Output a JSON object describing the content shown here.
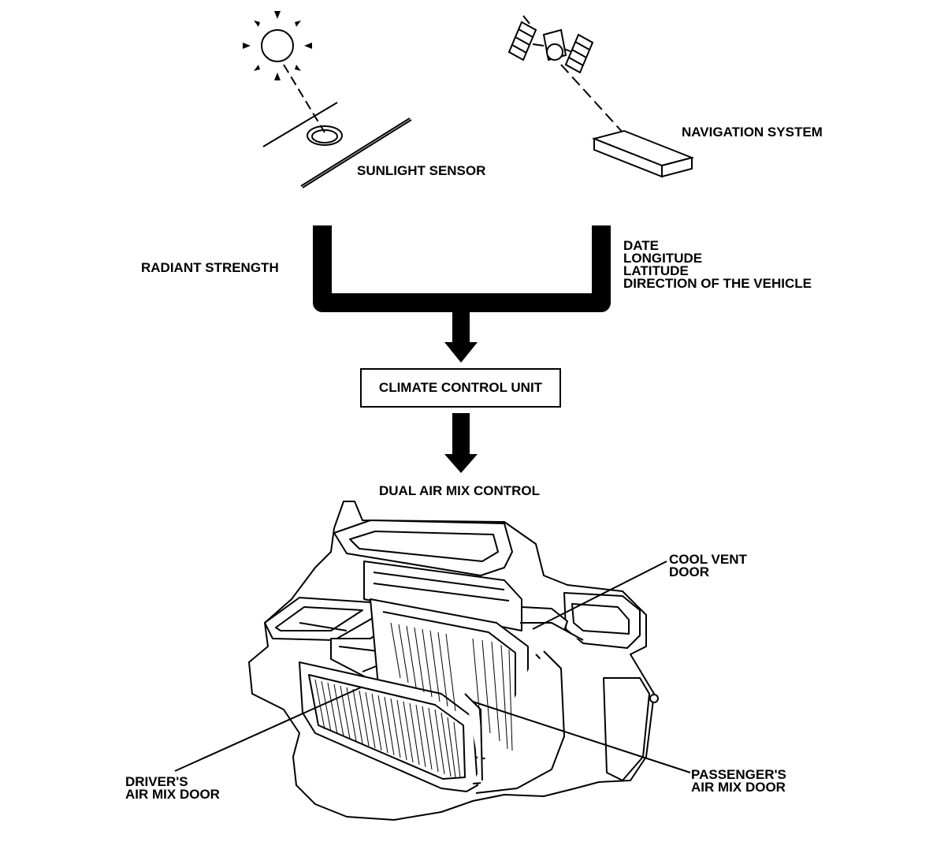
{
  "labels": {
    "navigation_system": "NAVIGATION SYSTEM",
    "sunlight_sensor": "SUNLIGHT SENSOR",
    "radiant_strength": "RADIANT STRENGTH",
    "nav_inputs": [
      "DATE",
      "LONGITUDE",
      "LATITUDE",
      "DIRECTION OF THE VEHICLE"
    ],
    "climate_control_unit": "CLIMATE CONTROL UNIT",
    "dual_air_mix_control": "DUAL AIR MIX CONTROL",
    "cool_vent_door": [
      "COOL VENT",
      "DOOR"
    ],
    "drivers_air_mix_door": [
      "DRIVER'S",
      "AIR MIX DOOR"
    ],
    "passengers_air_mix_door": [
      "PASSENGER'S",
      "AIR MIX DOOR"
    ]
  },
  "colors": {
    "ink": "#000000",
    "paper": "#ffffff"
  }
}
